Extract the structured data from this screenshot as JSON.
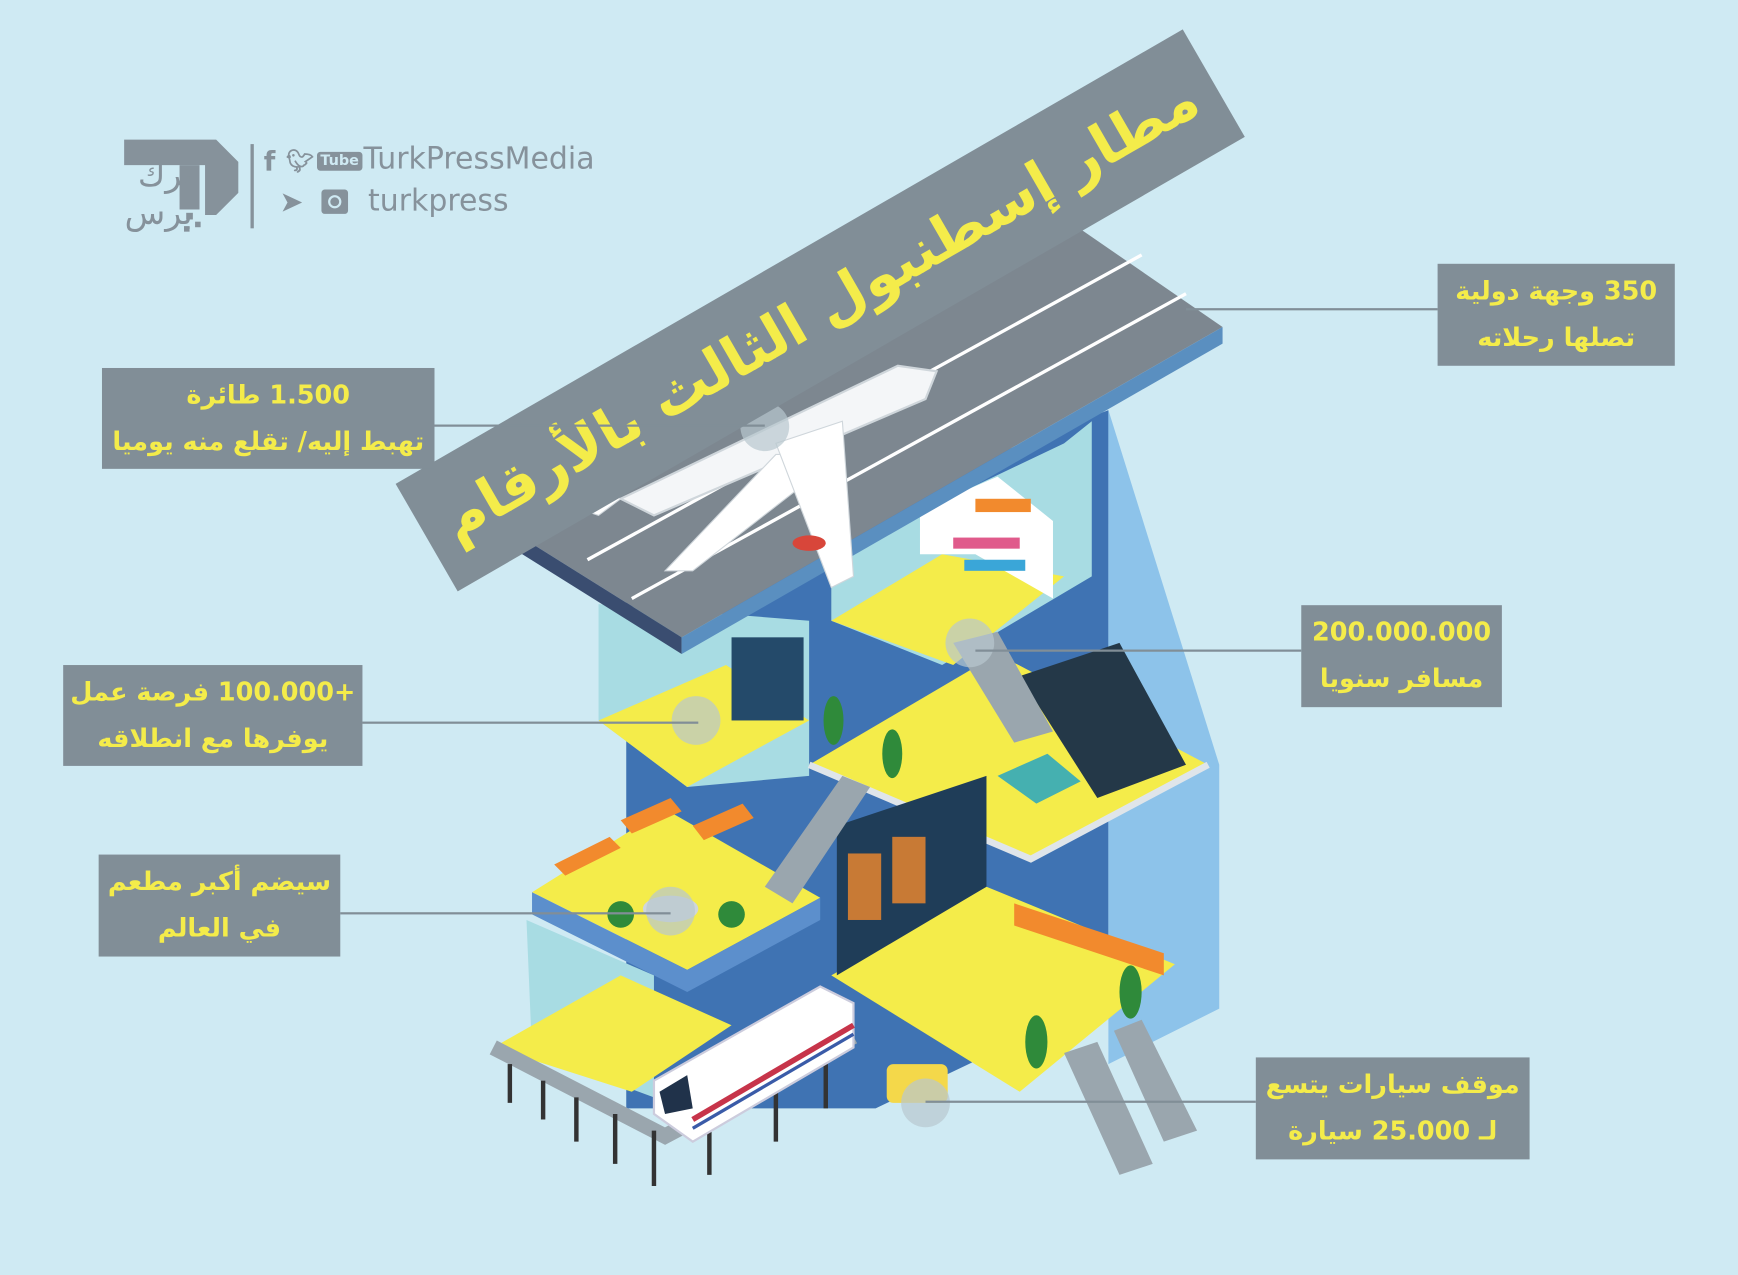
{
  "title": "مطار إسطنبول الثالث بالأرقام",
  "brand": {
    "logo_text_line1": "ترك",
    "logo_text_line2": "برس",
    "social_handle_1": "TurkPressMedia",
    "social_handle_2": "turkpress",
    "icons": [
      "facebook-icon",
      "twitter-icon",
      "youtube-icon",
      "telegram-icon",
      "instagram-icon"
    ]
  },
  "callouts": [
    {
      "line1": "1.500 طائرة",
      "line2": "تهبط إليه/ تقلع منه يوميا"
    },
    {
      "line1": "350 وجهة دولية",
      "line2": "تصلها رحلاته"
    },
    {
      "line1": "200.000.000",
      "line2": "مسافر سنويا"
    },
    {
      "line1": "+100.000 فرصة عمل",
      "line2": "يوفرها مع انطلاقه"
    },
    {
      "line1": "سيضم أكبر مطعم",
      "line2": "في العالم"
    },
    {
      "line1": "موقف سيارات يتسع",
      "line2": "لـ 25.000 سيارة"
    }
  ],
  "colors": {
    "background": "#cfeaf3",
    "box": "#818e97",
    "accent": "#f4ec4a"
  }
}
